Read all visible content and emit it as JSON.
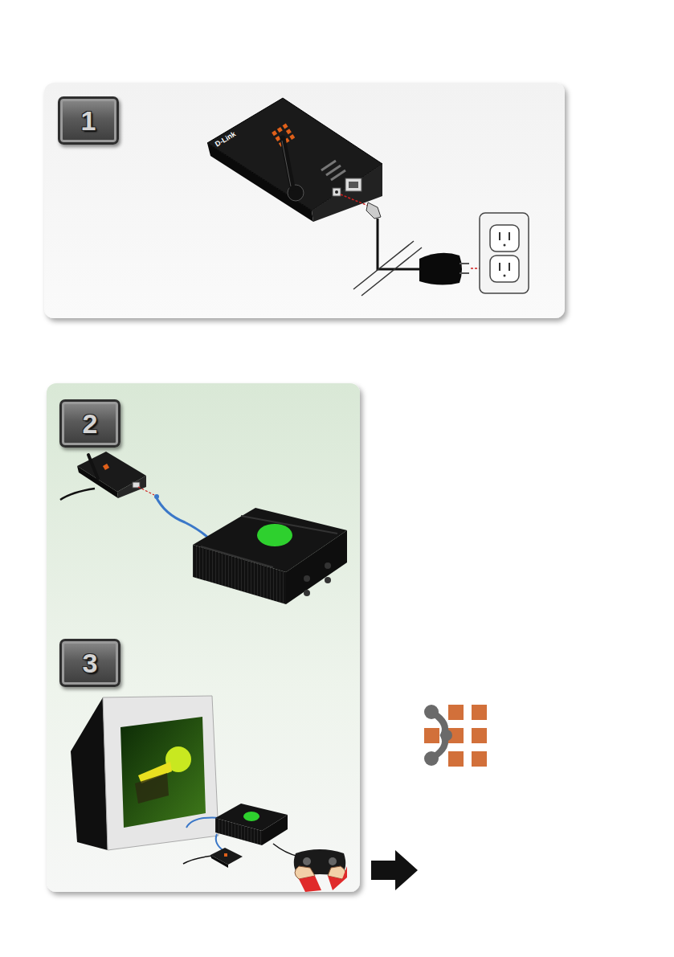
{
  "diagram": {
    "nodes": [
      {
        "text": [
          "1"
        ]
      },
      {
        "text": [
          "2"
        ]
      },
      {
        "text": [
          "3"
        ]
      }
    ],
    "labels": [
      "D-Link"
    ]
  }
}
